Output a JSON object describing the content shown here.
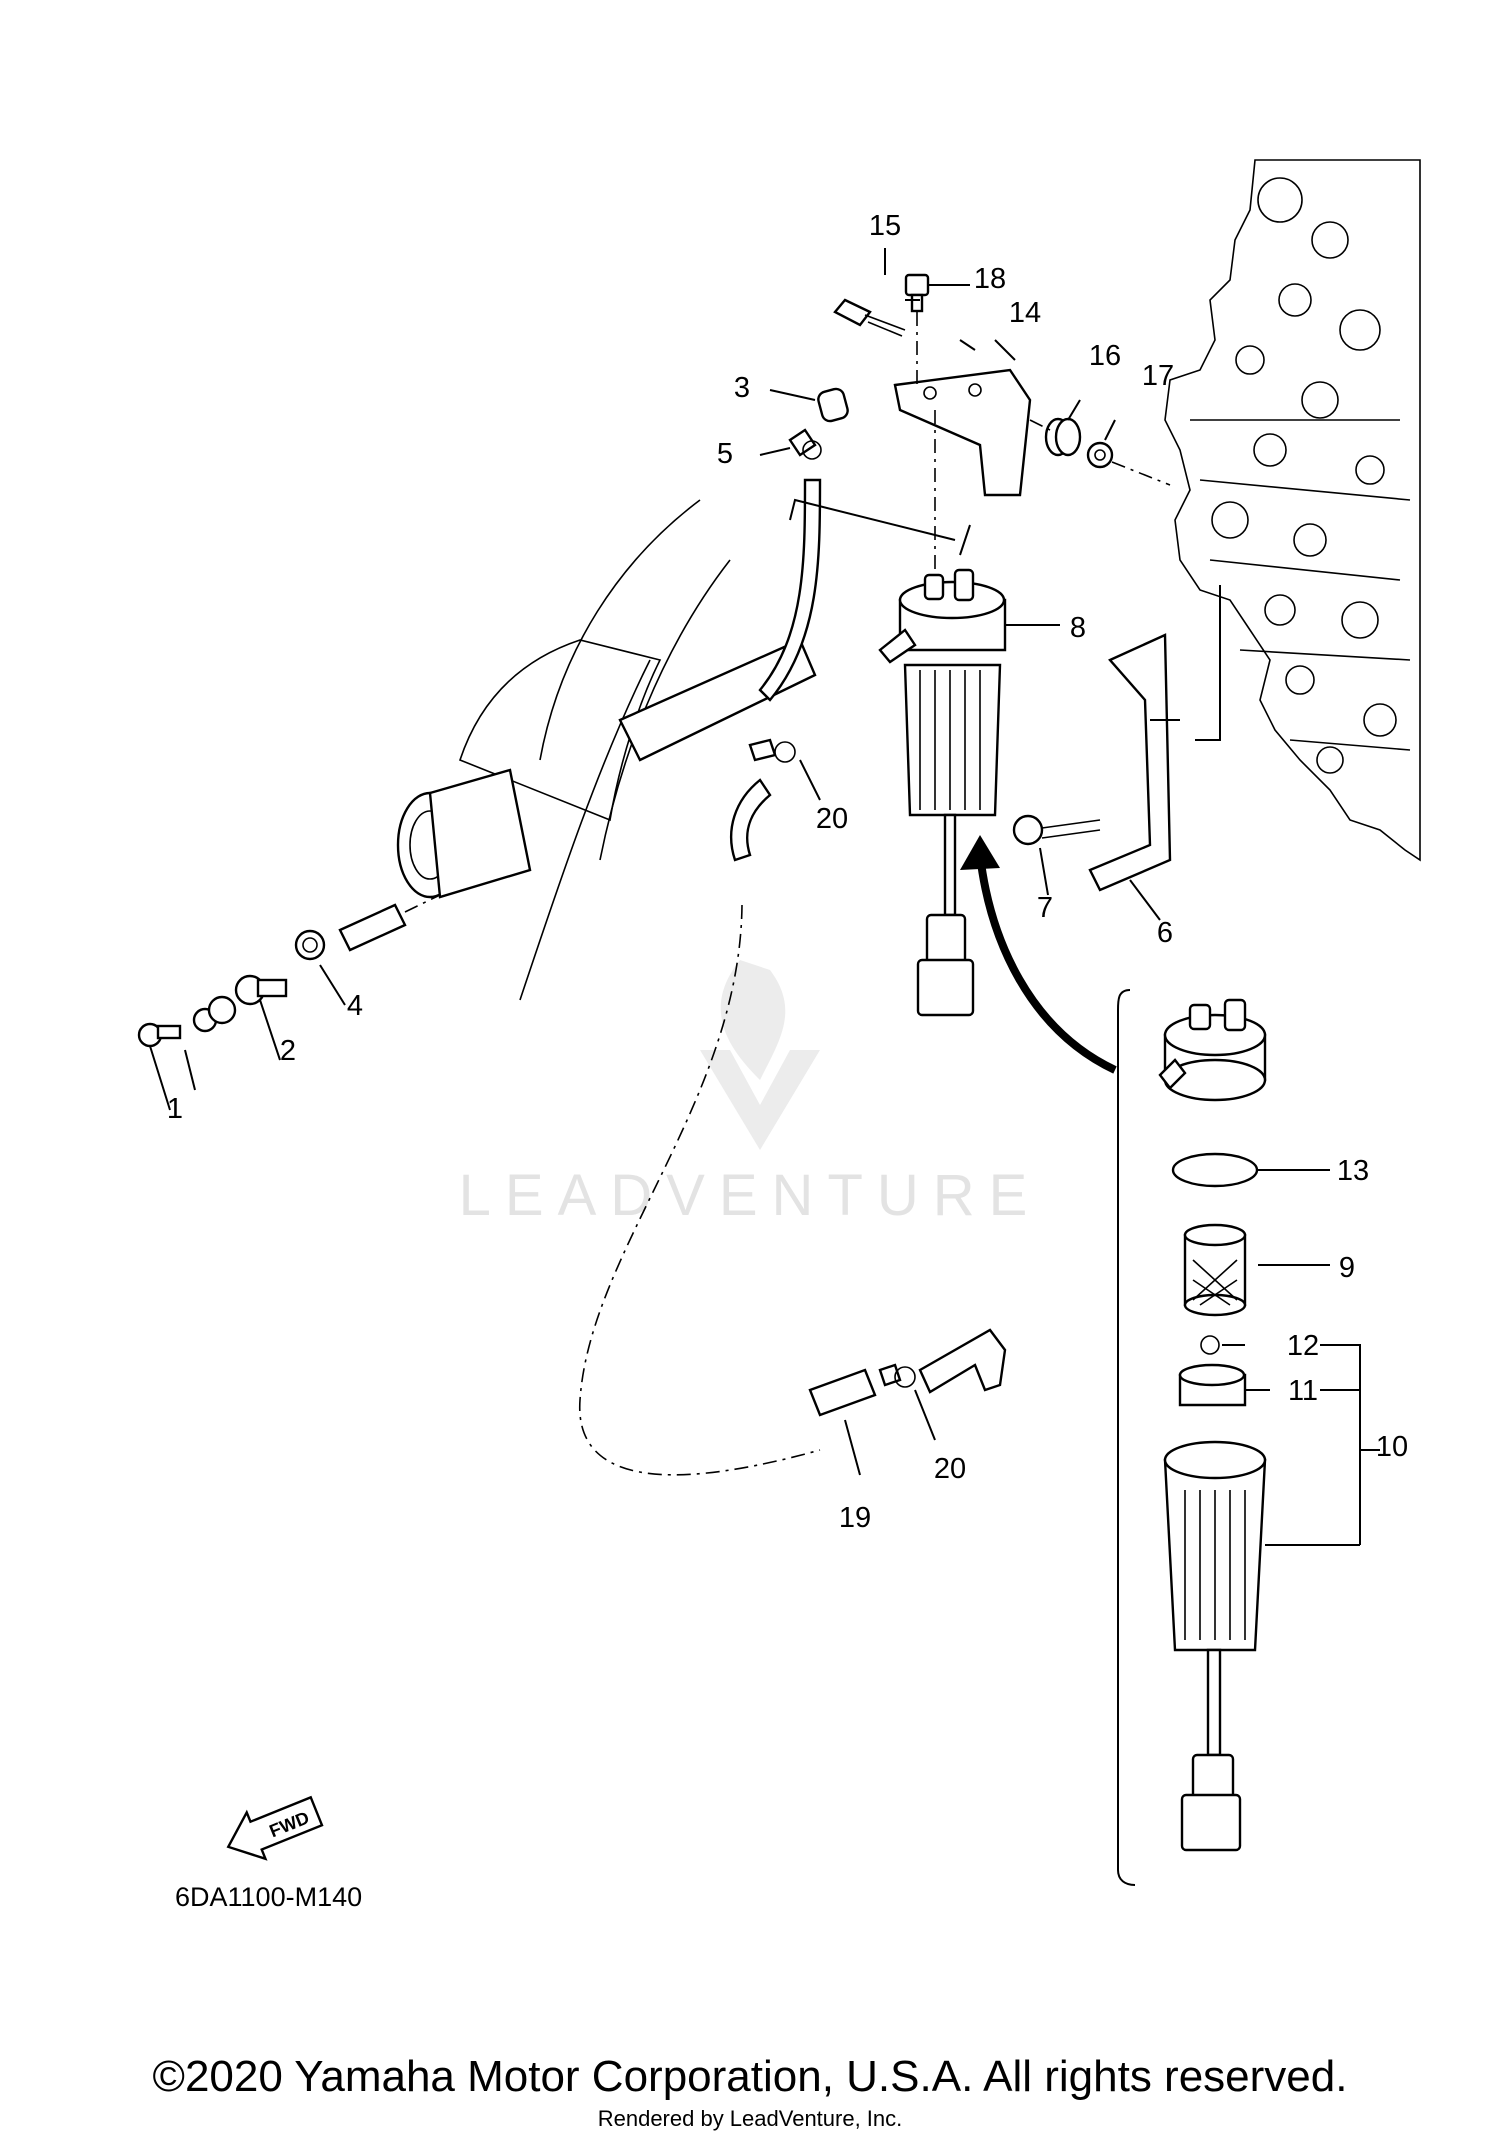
{
  "callouts": [
    {
      "id": "1",
      "text": "1"
    },
    {
      "id": "2",
      "text": "2"
    },
    {
      "id": "3",
      "text": "3"
    },
    {
      "id": "4",
      "text": "4"
    },
    {
      "id": "5",
      "text": "5"
    },
    {
      "id": "6",
      "text": "6"
    },
    {
      "id": "7",
      "text": "7"
    },
    {
      "id": "8",
      "text": "8"
    },
    {
      "id": "9",
      "text": "9"
    },
    {
      "id": "10",
      "text": "10"
    },
    {
      "id": "11",
      "text": "11"
    },
    {
      "id": "12",
      "text": "12"
    },
    {
      "id": "13",
      "text": "13"
    },
    {
      "id": "14",
      "text": "14"
    },
    {
      "id": "15",
      "text": "15"
    },
    {
      "id": "16",
      "text": "16"
    },
    {
      "id": "17",
      "text": "17"
    },
    {
      "id": "18",
      "text": "18"
    },
    {
      "id": "19",
      "text": "19"
    },
    {
      "id": "20a",
      "text": "20"
    },
    {
      "id": "20b",
      "text": "20"
    }
  ],
  "fwd_label": "FWD",
  "diagram_code": "6DA1100-M140",
  "watermark": "LEADVENTURE",
  "copyright": "©2020 Yamaha Motor Corporation, U.S.A. All rights reserved.",
  "rendered_by": "Rendered by LeadVenture, Inc."
}
